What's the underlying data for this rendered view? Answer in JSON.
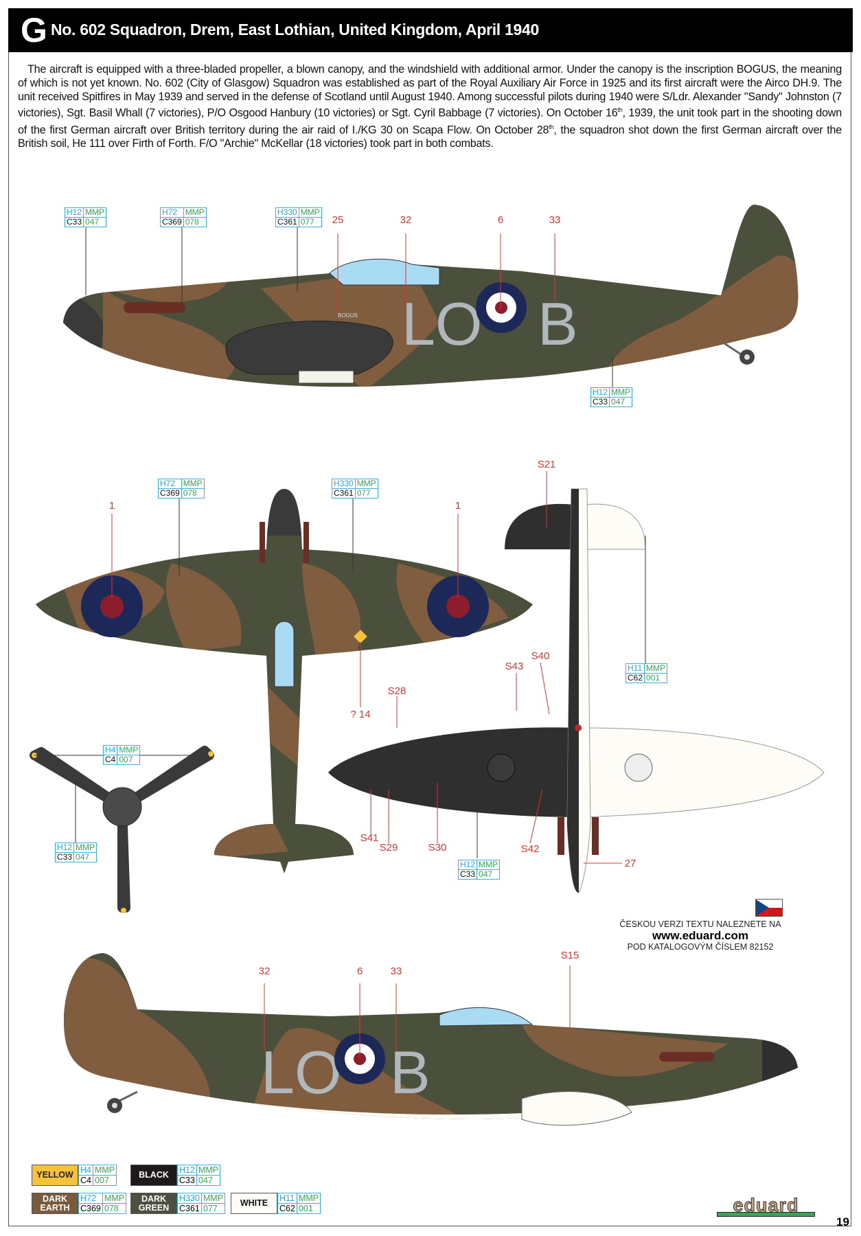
{
  "header": {
    "letter": "G",
    "title": "No. 602 Squadron, Drem, East Lothian, United Kingdom, April 1940"
  },
  "description": {
    "part1": "The aircraft is equipped with a three-bladed propeller, a blown canopy, and the windshield with additional armor. Under the canopy is the inscription BOGUS, the meaning of which is not yet known. No. 602 (City of Glasgow) Squadron was established as part of the Royal Auxiliary Air Force in 1925 and its first aircraft were the Airco DH.9. The unit received Spitfires in May 1939 and served in the defense of Scotland until August 1940. Among successful pilots during 1940 were S/Ldr. Alexander \"Sandy\" Johnston (7 victories), Sgt. Basil Whall (7 victories), P/O Osgood Hanbury (10 victories) or Sgt. Cyril Babbage (7 victories). On October 16",
    "sup1": "th",
    "part2": ", 1939, the unit took part in the shooting down of the first German aircraft over British territory during the air raid of I./KG 30 on Scapa Flow. On October 28",
    "sup2": "th",
    "part3": ", the squadron shot down the first German aircraft over the British soil, He 111 over Firth of Forth. F/O \"Archie\" McKellar (18 victories) took part in both combats."
  },
  "markings": {
    "inscription": "BOGUS",
    "code_left": "LO",
    "code_right": "B"
  },
  "callouts": [
    {
      "id": "top-left-nose",
      "h": "H12",
      "mmp": "MMP",
      "c": "C33",
      "n": "047"
    },
    {
      "id": "top-left-earth",
      "h": "H72",
      "mmp": "MMP",
      "c": "C369",
      "n": "078"
    },
    {
      "id": "top-left-green",
      "h": "H330",
      "mmp": "MMP",
      "c": "C361",
      "n": "077"
    },
    {
      "id": "top-left-belly",
      "h": "H12",
      "mmp": "MMP",
      "c": "C33",
      "n": "047"
    },
    {
      "id": "planform-earth",
      "h": "H72",
      "mmp": "MMP",
      "c": "C369",
      "n": "078"
    },
    {
      "id": "planform-green",
      "h": "H330",
      "mmp": "MMP",
      "c": "C361",
      "n": "077"
    },
    {
      "id": "underside-white",
      "h": "H11",
      "mmp": "MMP",
      "c": "C62",
      "n": "001"
    },
    {
      "id": "underside-black",
      "h": "H12",
      "mmp": "MMP",
      "c": "C33",
      "n": "047"
    },
    {
      "id": "prop-tips",
      "h": "H4",
      "mmp": "MMP",
      "c": "C4",
      "n": "007"
    },
    {
      "id": "prop-blades",
      "h": "H12",
      "mmp": "MMP",
      "c": "C33",
      "n": "047"
    }
  ],
  "decal_numbers": {
    "top": [
      "25",
      "32",
      "6",
      "33"
    ],
    "planform": [
      "1",
      "1",
      "? 14"
    ],
    "underside": [
      "S21",
      "S40",
      "S43",
      "S28",
      "S41",
      "S29",
      "S30",
      "S42",
      "27"
    ],
    "bottom": [
      "32",
      "6",
      "33",
      "S15"
    ]
  },
  "czech_note": {
    "line1": "ČESKOU VERZI TEXTU NALEZNETE NA",
    "url": "www.eduard.com",
    "line3": "POD KATALOGOVÝM ČÍSLEM 82152"
  },
  "legend": [
    {
      "name": "YELLOW",
      "color": "#f5c23a",
      "text": "#222",
      "h": "H4",
      "mmp": "MMP",
      "c": "C4",
      "n": "007"
    },
    {
      "name": "BLACK",
      "color": "#1e1a1a",
      "text": "#fff",
      "h": "H12",
      "mmp": "MMP",
      "c": "C33",
      "n": "047"
    },
    {
      "name": "DARK EARTH",
      "color": "#7a5a3c",
      "text": "#fff",
      "h": "H72",
      "mmp": "MMP",
      "c": "C369",
      "n": "078"
    },
    {
      "name": "DARK GREEN",
      "color": "#4c5040",
      "text": "#fff",
      "h": "H330",
      "mmp": "MMP",
      "c": "C361",
      "n": "077"
    },
    {
      "name": "WHITE",
      "color": "#fdfcf6",
      "text": "#111",
      "h": "H11",
      "mmp": "MMP",
      "c": "C62",
      "n": "001"
    }
  ],
  "brand": "eduard",
  "page_number": "19",
  "colors": {
    "dark_earth": "#7f5d3e",
    "dark_green": "#4b503c",
    "black": "#2f2f2f",
    "roundel_blue": "#1b2858",
    "roundel_red": "#8c1d2c",
    "code_grey": "#b0b8bb",
    "decal_red": "#e0332f",
    "canopy": "#a9dcf3"
  }
}
